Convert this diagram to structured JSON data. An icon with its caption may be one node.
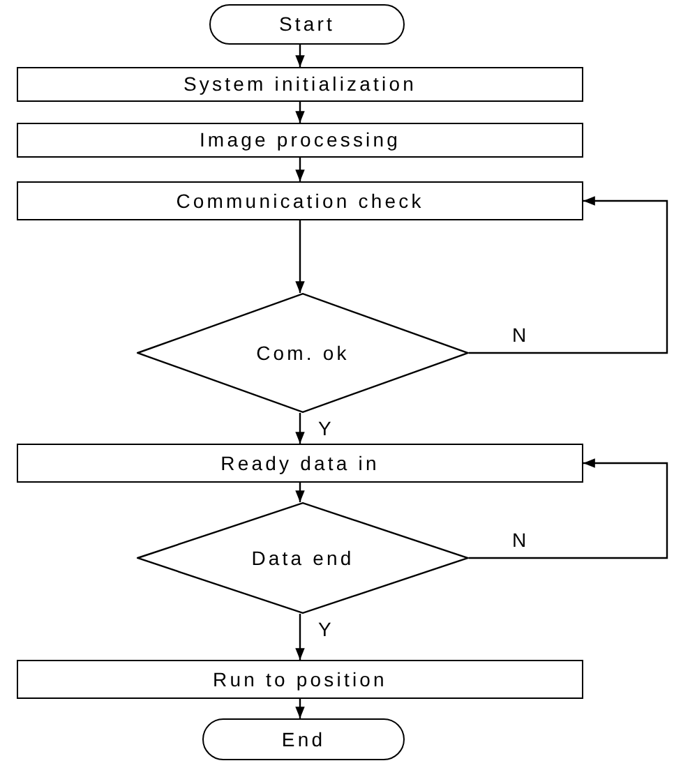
{
  "diagram": {
    "nodes": [
      {
        "text": [
          "Start"
        ]
      },
      {
        "text": [
          "System initialization"
        ]
      },
      {
        "text": [
          "Image processing"
        ]
      },
      {
        "text": [
          "Communication check"
        ]
      },
      {
        "text": [
          "Com. ok"
        ]
      },
      {
        "text": [
          "Ready data in"
        ]
      },
      {
        "text": [
          "Data end"
        ]
      },
      {
        "text": [
          "Run to position"
        ]
      },
      {
        "text": [
          "End"
        ]
      }
    ],
    "edges": [
      {
        "from": 0,
        "to": 1,
        "arrow": "to"
      },
      {
        "from": 1,
        "to": 2,
        "arrow": "to"
      },
      {
        "from": 2,
        "to": 3,
        "arrow": "to"
      },
      {
        "from": 3,
        "to": 4,
        "arrow": "to"
      },
      {
        "from": 4,
        "to": 5,
        "arrow": "to",
        "label": "Y"
      },
      {
        "from": 5,
        "to": 6,
        "arrow": "to"
      },
      {
        "from": 6,
        "to": 7,
        "arrow": "to",
        "label": "Y"
      },
      {
        "from": 7,
        "to": 8,
        "arrow": "to"
      },
      {
        "from": 4,
        "to": 3,
        "arrow": "to",
        "label": "N"
      },
      {
        "from": 6,
        "to": 5,
        "arrow": "to",
        "label": "N"
      }
    ]
  }
}
